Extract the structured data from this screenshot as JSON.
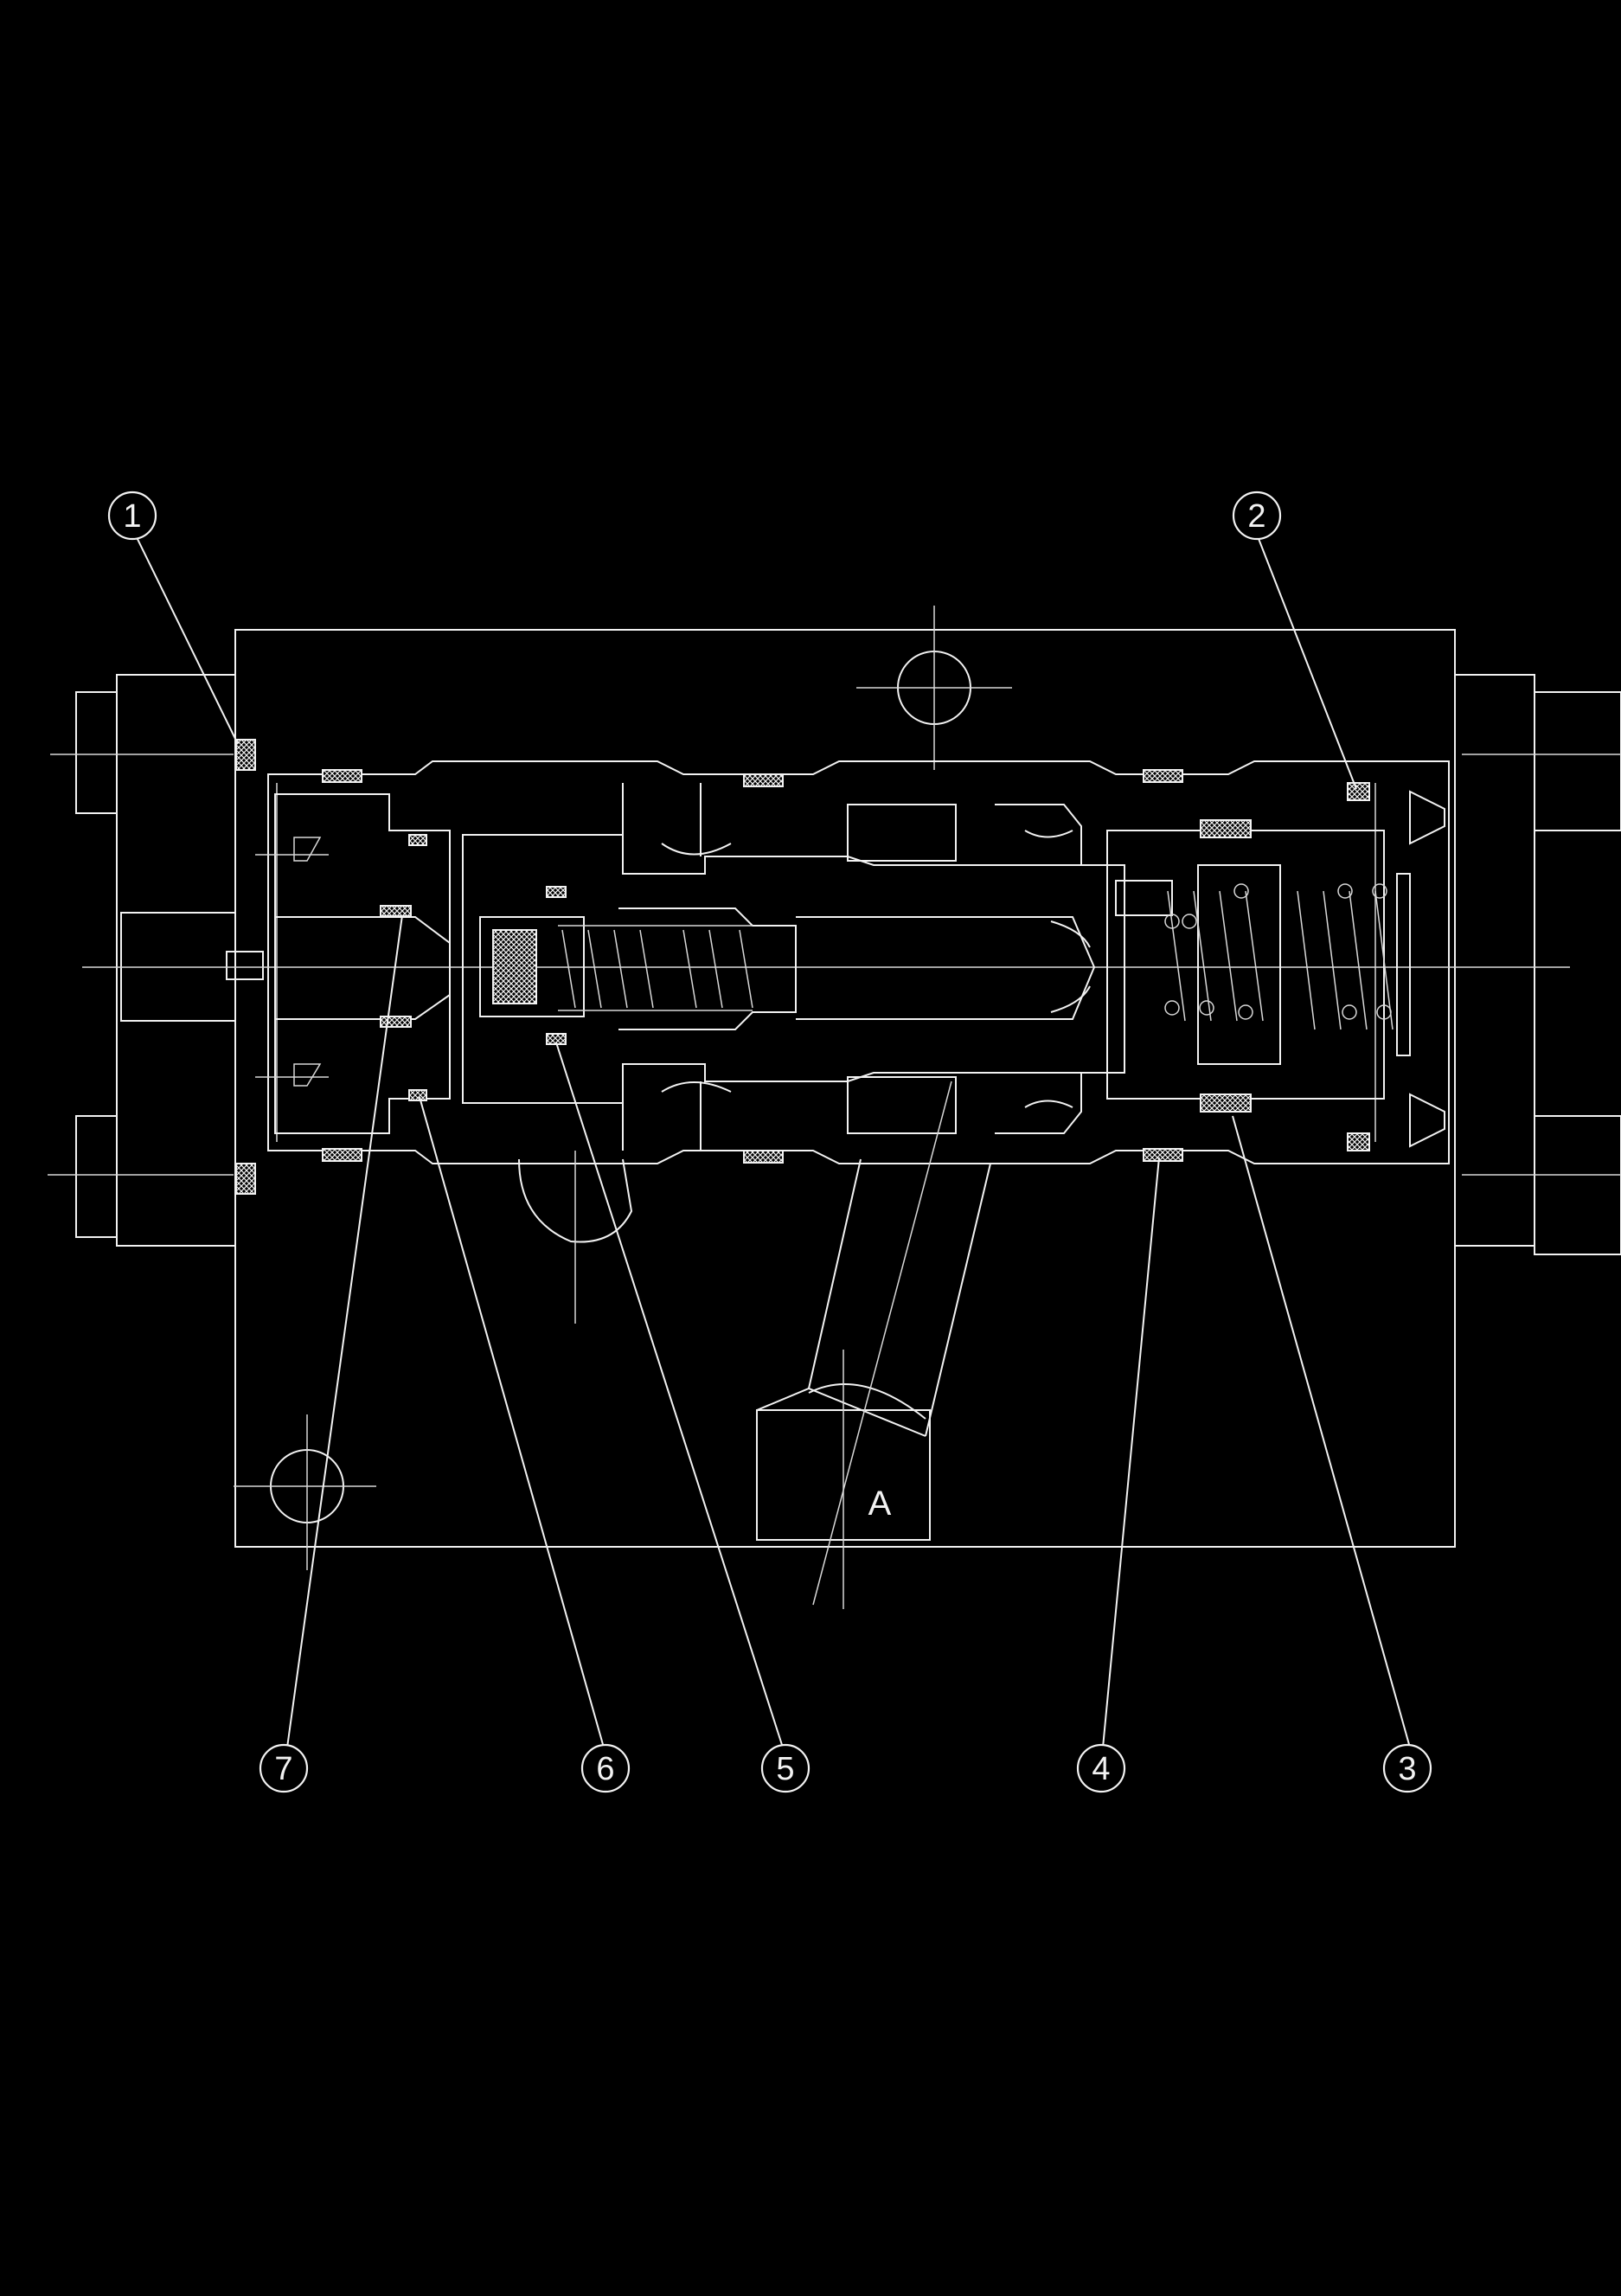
{
  "colors": {
    "background": "#000000",
    "linework": "#f2f2f2"
  },
  "callouts": [
    {
      "id": "1",
      "label": "1"
    },
    {
      "id": "2",
      "label": "2"
    },
    {
      "id": "3",
      "label": "3"
    },
    {
      "id": "4",
      "label": "4"
    },
    {
      "id": "5",
      "label": "5"
    },
    {
      "id": "6",
      "label": "6"
    },
    {
      "id": "7",
      "label": "7"
    }
  ],
  "port": {
    "label": "A"
  }
}
